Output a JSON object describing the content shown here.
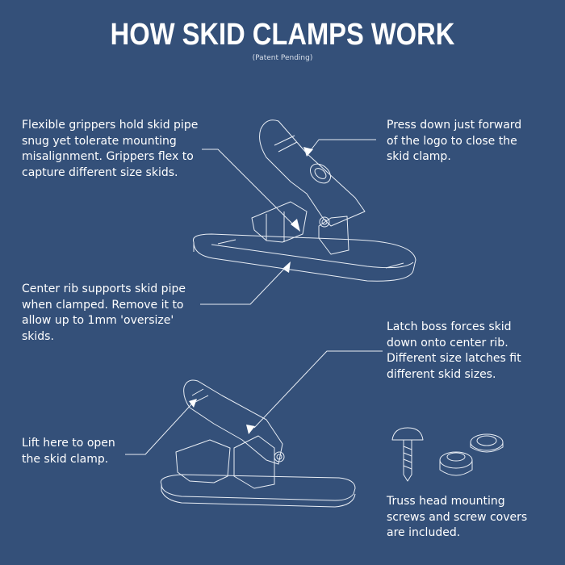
{
  "header": {
    "title": "HOW SKID CLAMPS WORK",
    "subtitle": "(Patent Pending)"
  },
  "notes": {
    "grippers": "Flexible grippers hold skid pipe\nsnug yet tolerate mounting\nmisalignment. Grippers flex to\ncapture different size skids.",
    "press": "Press down just forward\nof the logo to close the\nskid clamp.",
    "center_rib": "Center rib supports skid pipe\nwhen clamped. Remove it to\nallow up to 1mm 'oversize'\nskids.",
    "latch_boss": "Latch boss forces skid\ndown onto center rib.\nDifferent size latches fit\ndifferent skid sizes.",
    "lift": "Lift here to open\nthe skid clamp.",
    "screws": "Truss head mounting\nscrews and screw covers\nare included."
  },
  "colors": {
    "background": "#345079",
    "line": "#e8edf4"
  }
}
